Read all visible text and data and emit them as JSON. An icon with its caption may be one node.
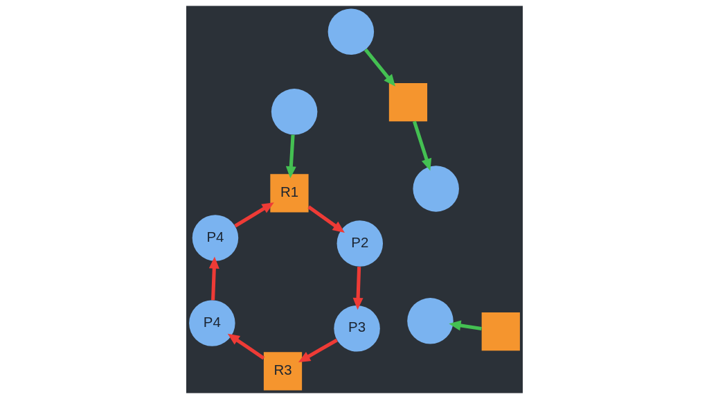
{
  "diagram": {
    "nodes": [
      {
        "text": [],
        "shape": "circle"
      },
      {
        "text": [],
        "shape": "box"
      },
      {
        "text": [],
        "shape": "circle"
      },
      {
        "text": [
          "P2"
        ]
      },
      {
        "text": [
          "P3"
        ]
      },
      {
        "text": [],
        "shape": "circle"
      },
      {
        "text": [],
        "shape": "circle"
      },
      {
        "text": [
          "R1"
        ]
      },
      {
        "text": [
          "R3"
        ]
      },
      {
        "text": [],
        "shape": "box"
      },
      {
        "text": [
          "P4"
        ]
      },
      {
        "text": [
          "P4"
        ]
      }
    ],
    "edges": [
      {
        "from": 0,
        "to": 1,
        "arrow": "to",
        "color": "#44c052"
      },
      {
        "from": 1,
        "to": 2,
        "arrow": "to",
        "color": "#44c052"
      },
      {
        "from": 3,
        "to": 4,
        "arrow": "to"
      },
      {
        "from": 4,
        "to": 8,
        "arrow": "to"
      },
      {
        "from": 8,
        "to": 11,
        "arrow": "to"
      },
      {
        "from": 11,
        "to": 10,
        "arrow": "to"
      },
      {
        "from": 10,
        "to": 7,
        "arrow": "to"
      },
      {
        "from": 7,
        "to": 3,
        "arrow": "to"
      },
      {
        "from": 5,
        "to": 7,
        "arrow": "to",
        "color": "#44c052"
      },
      {
        "from": 9,
        "to": 6,
        "arrow": "to",
        "color": "#44c052"
      }
    ]
  }
}
